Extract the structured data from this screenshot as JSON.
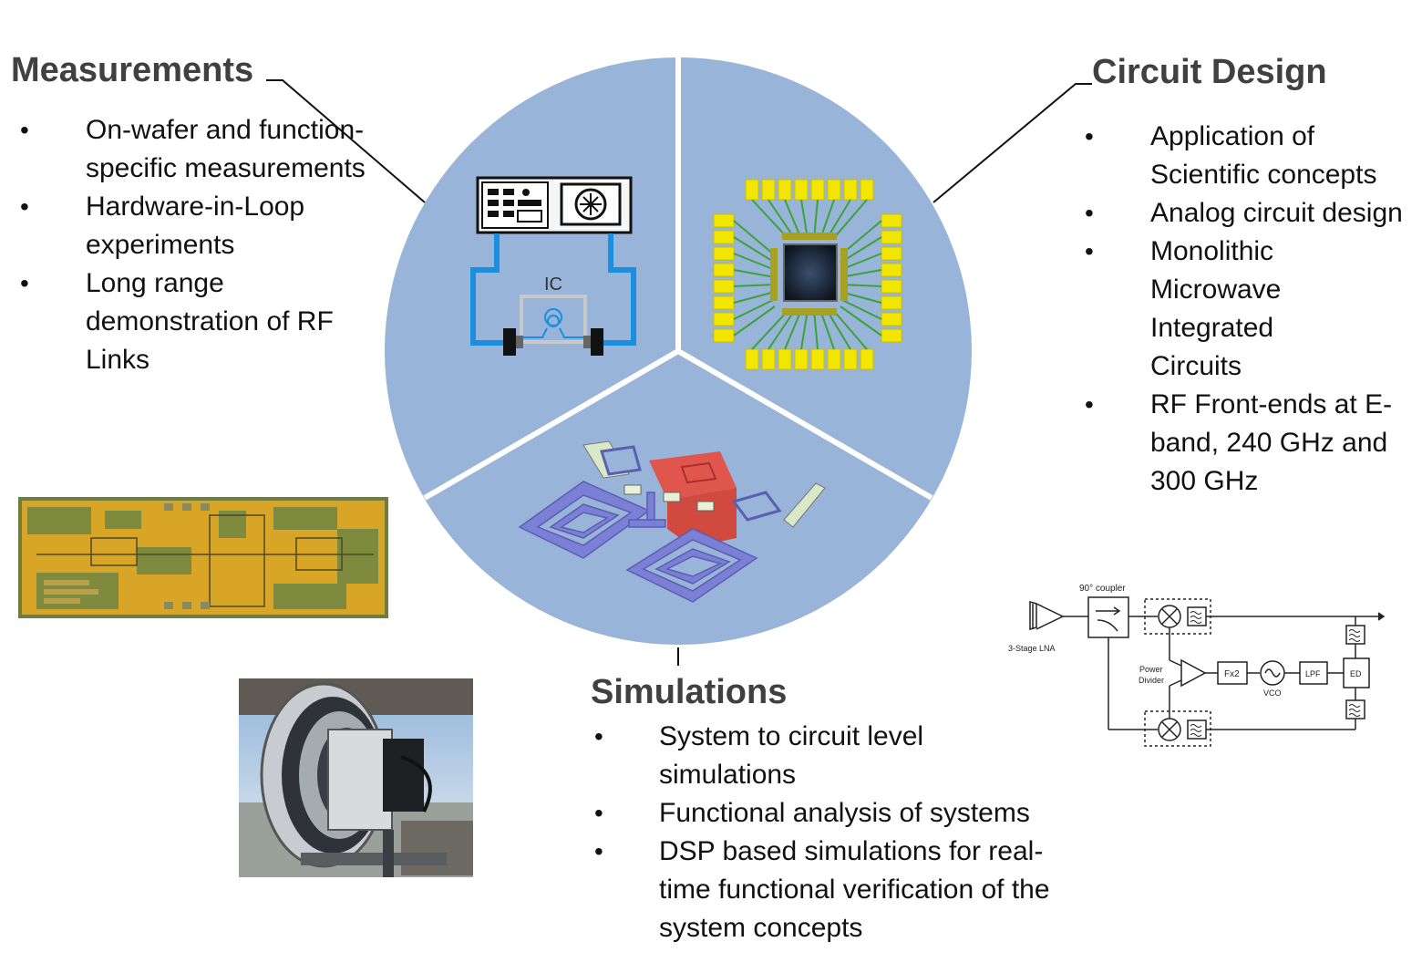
{
  "measurements": {
    "heading": "Measurements",
    "items": [
      "On-wafer and function-specific measurements",
      "Hardware-in-Loop experiments",
      "Long range demonstration of RF Links"
    ]
  },
  "circuit_design": {
    "heading": "Circuit Design",
    "items": [
      "Application of Scientific concepts",
      "Analog circuit design",
      "Monolithic Microwave Integrated Circuits",
      "RF Front-ends at E-band, 240 GHz and 300 GHz"
    ]
  },
  "simulations": {
    "heading": "Simulations",
    "items": [
      "System to circuit level simulations",
      "Functional analysis of systems",
      "DSP based simulations for real-time functional verification of the system  concepts"
    ]
  },
  "instrument_label": "IC",
  "block_diagram": {
    "coupler": "90° coupler",
    "lna": "3-Stage LNA",
    "power_divider_1": "Power",
    "power_divider_2": "Divider",
    "fx2": "Fx2",
    "vco": "VCO",
    "lpf": "LPF",
    "ed": "ED"
  },
  "bullet": "•",
  "colors": {
    "pie": "#98b4d8",
    "heading": "#404040",
    "chip_pad": "#f2e600",
    "trace": "#3aa33a",
    "cable": "#1a8fe0",
    "inductor": "#7b7fd6",
    "red_block": "#e0564c"
  }
}
